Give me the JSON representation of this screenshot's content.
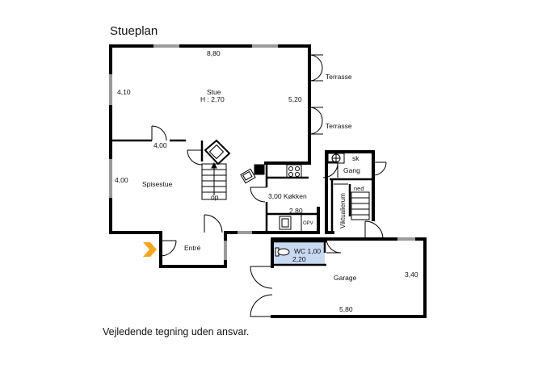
{
  "title": "Stueplan",
  "disclaimer": "Vejledende tegning uden ansvar.",
  "rooms": {
    "stue": {
      "name": "Stue",
      "height": "H : 2,70",
      "width": "8,80",
      "depth": "4,10",
      "depth_right": "5,20"
    },
    "terrasse_1": "Terrasse",
    "terrasse_2": "Terrasse",
    "spisestue": {
      "name": "Spisestue",
      "width": "4,00",
      "depth": "4,00"
    },
    "stair": {
      "label": "op"
    },
    "koekken": {
      "name": "3,00  Køkken",
      "depth": "2,80",
      "opv": "OPV"
    },
    "entre": {
      "name": "Entré"
    },
    "gang": {
      "name": "Gang",
      "sk": "sk",
      "ned": "ned"
    },
    "viktualierum": {
      "name": "Viktualierum"
    },
    "wc": {
      "name": "WC  1,00",
      "depth": "2,20"
    },
    "garage": {
      "name": "Garage",
      "depth": "3,40",
      "width": "5,80"
    }
  },
  "colors": {
    "wall": "#000000",
    "window": "#9a9a9a",
    "wc_fill": "#c8d9f2",
    "entry_arrow": "#f5a623"
  }
}
